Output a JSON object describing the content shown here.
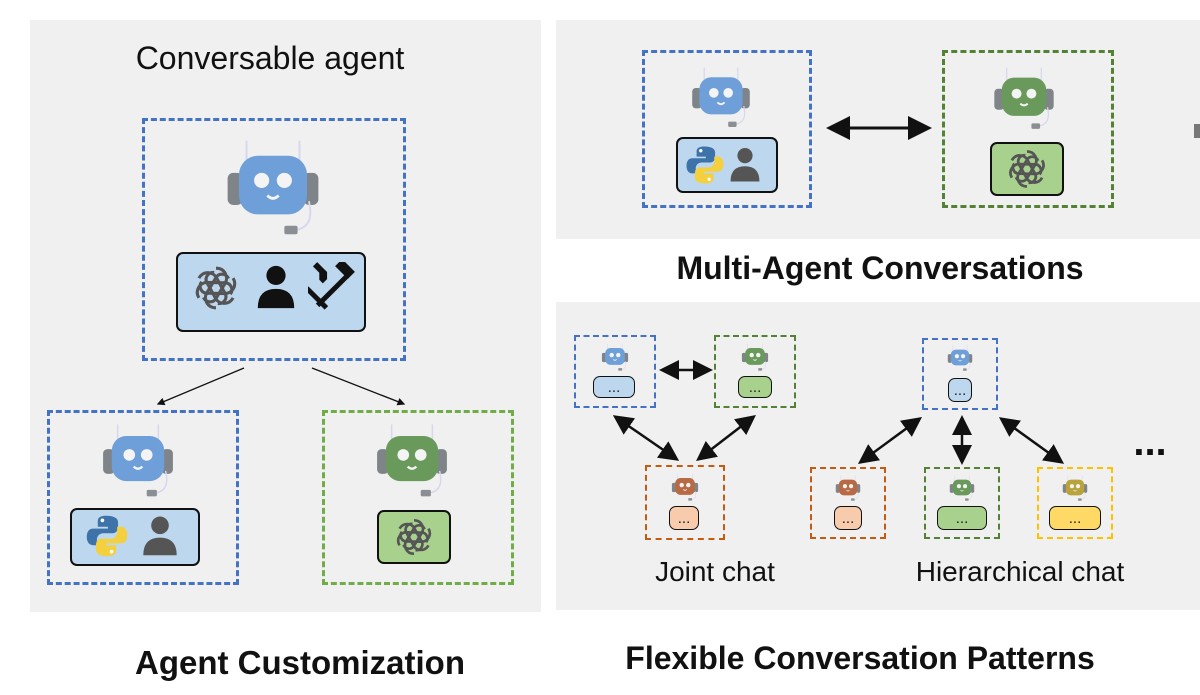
{
  "left_panel": {
    "title": "Conversable agent",
    "caption": "Agent Customization"
  },
  "top_right_panel": {
    "caption": "Multi-Agent Conversations"
  },
  "bottom_right_panel": {
    "caption": "Flexible Conversation Patterns",
    "joint_label": "Joint chat",
    "hier_label": "Hierarchical chat",
    "more": "...",
    "message_box_text": "..."
  },
  "colors": {
    "blue_agent": "#6f9fd8",
    "green_agent": "#6a9a5b",
    "brown_agent": "#b86a45",
    "yellow_agent": "#b9a33c",
    "blue_fill": "#bdd7ee",
    "green_fill": "#a9d18e",
    "peach_fill": "#f8cbad",
    "yellow_fill": "#ffd966",
    "panel_bg": "#f0f0f0"
  },
  "icons": [
    "robot-icon",
    "openai-logo-icon",
    "person-icon",
    "tools-icon",
    "python-logo-icon",
    "double-arrow-icon"
  ]
}
